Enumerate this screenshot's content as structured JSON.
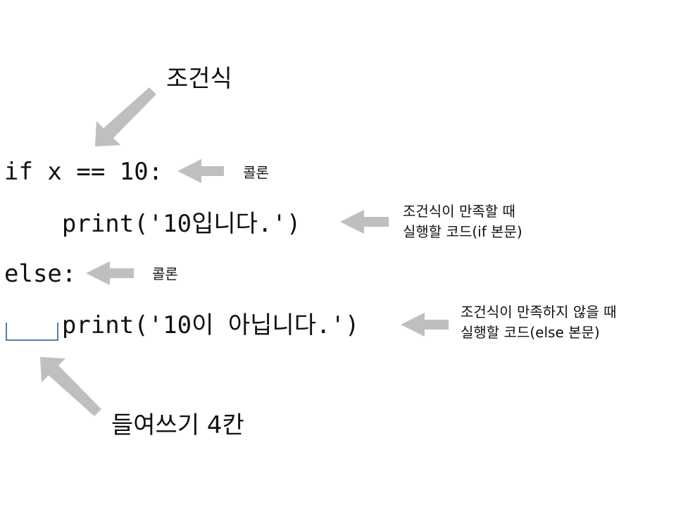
{
  "code_lines": [
    "if x == 10:",
    "    print('10입니다.')",
    "else:",
    "    print('10이 아닙니다.')"
  ],
  "annotations": {
    "condition": "조건식",
    "colon_if": "콜론",
    "colon_else": "콜론",
    "if_body": [
      "조건식이 만족할 때",
      "실행할 코드(if 본문)"
    ],
    "else_body": [
      "조건식이 만족하지 않을 때",
      "실행할 코드(else 본문)"
    ],
    "indent": "들여쓰기 4칸"
  },
  "colors": {
    "arrow": "#bfbfbf",
    "indent_bracket": "#4f7fb5",
    "text": "#111111"
  }
}
